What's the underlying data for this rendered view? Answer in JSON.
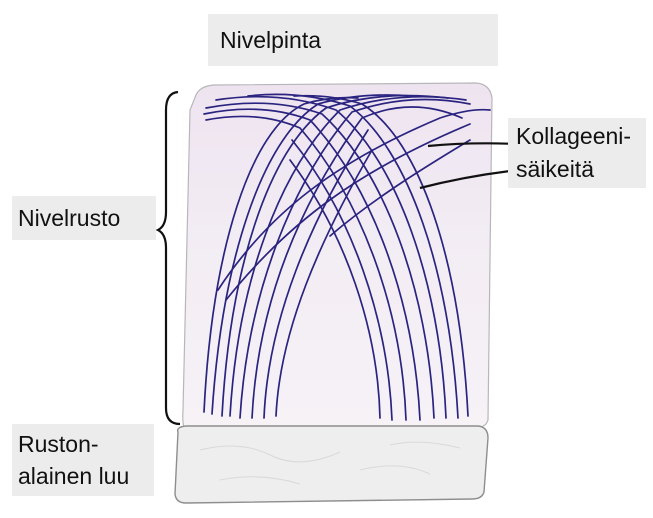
{
  "labels": {
    "articular_surface": "Nivelpinta",
    "articular_cartilage": "Nivelrusto",
    "collagen_fibers": "Kollageeni-\nsäikeitä",
    "subchondral_bone": "Ruston-\nalainen luu"
  },
  "colors": {
    "fiber": "#2a2480",
    "cartilage_fill": "#f1e9f3",
    "bone_fill": "#eeeeef",
    "outline": "#9a9a9a",
    "label_background": "#ececec"
  }
}
